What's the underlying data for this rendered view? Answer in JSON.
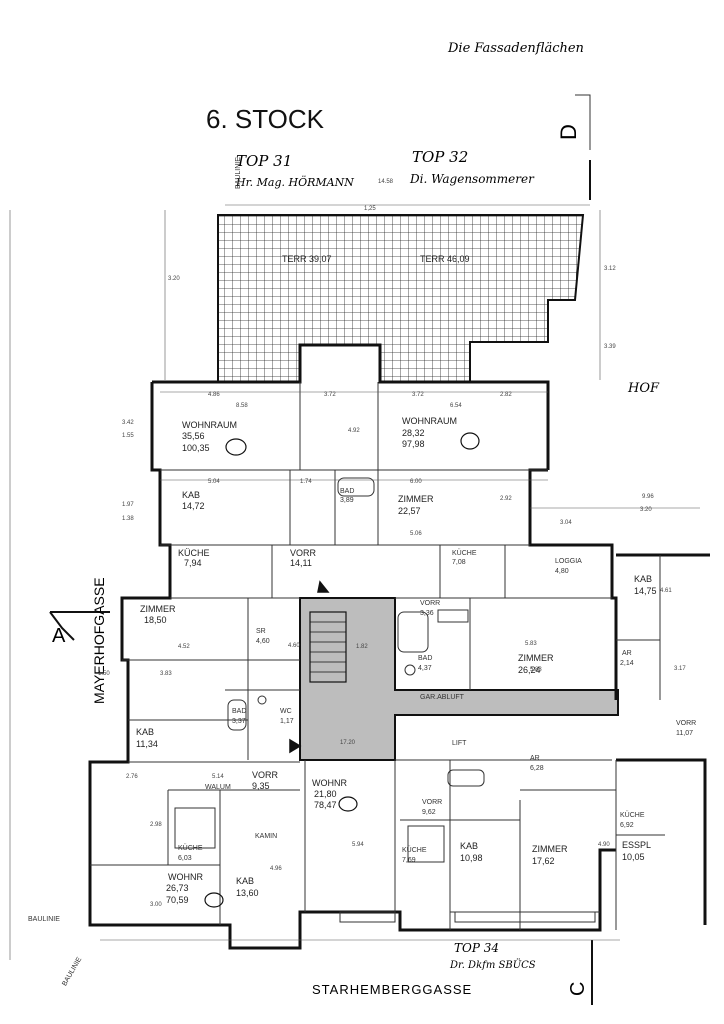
{
  "header": {
    "annotation_top": "Die Fassadenflächen",
    "floor_title": "6. STOCK",
    "top31": "TOP 31",
    "top31_owner": "Hr. Mag. HÖRMANN",
    "top32": "TOP 32",
    "top32_owner": "Di. Wagensommerer",
    "top34": "TOP 34",
    "top34_owner": "Dr. Dkfm SBÜCS",
    "hof": "HOF"
  },
  "streets": {
    "left": "MAYERHOFGASSE",
    "bottom": "STARHEMBERGGASSE"
  },
  "sections": {
    "a": "A",
    "d": "D",
    "c": "C",
    "baulinie_top": "BAULINIE",
    "baulinie_left1": "BAULINIE",
    "baulinie_left2": "BAULINIE"
  },
  "rooms": [
    {
      "id": "terr-left",
      "name": "TERR",
      "area": "39,07"
    },
    {
      "id": "terr-right",
      "name": "TERR",
      "area": "46,09"
    },
    {
      "id": "wohnraum-31",
      "name": "WOHNRAUM",
      "area": "35,56",
      "total": "100,35"
    },
    {
      "id": "wohnraum-32",
      "name": "WOHNRAUM",
      "area": "28,32",
      "total": "97,98"
    },
    {
      "id": "kab-31",
      "name": "KAB",
      "area": "14,72"
    },
    {
      "id": "bad-31",
      "name": "BAD",
      "area": "3,89"
    },
    {
      "id": "zimmer-32",
      "name": "ZIMMER",
      "area": "22,57"
    },
    {
      "id": "kuche-31",
      "name": "KÜCHE",
      "area": "7,94"
    },
    {
      "id": "vorr-31",
      "name": "VORR",
      "area": "14,11"
    },
    {
      "id": "kuche-32",
      "name": "KÜCHE",
      "area": "7,08"
    },
    {
      "id": "loggia",
      "name": "LOGGIA",
      "area": "4,80"
    },
    {
      "id": "kab-right",
      "name": "KAB",
      "area": "14,75"
    },
    {
      "id": "zimmer-left",
      "name": "ZIMMER",
      "area": "18,50"
    },
    {
      "id": "sr",
      "name": "SR",
      "area": "4,60"
    },
    {
      "id": "vorr-32",
      "name": "VORR",
      "area": "3,36"
    },
    {
      "id": "bad-32",
      "name": "BAD",
      "area": "4,37"
    },
    {
      "id": "zimmer-32b",
      "name": "ZIMMER",
      "area": "26,24"
    },
    {
      "id": "ar-right",
      "name": "AR",
      "area": "2,14"
    },
    {
      "id": "kab-left",
      "name": "KAB",
      "area": "11,34"
    },
    {
      "id": "bad-left",
      "name": "BAD",
      "area": "3,37"
    },
    {
      "id": "wc-left",
      "name": "WC",
      "area": "1,17"
    },
    {
      "id": "garabluft",
      "name": "GAR.ABLUFT",
      "area": ""
    },
    {
      "id": "lift",
      "name": "LIFT",
      "area": ""
    },
    {
      "id": "vorr-right",
      "name": "VORR",
      "area": "11,07"
    },
    {
      "id": "ar-bottom",
      "name": "AR",
      "area": "6,28"
    },
    {
      "id": "walum",
      "name": "WALUM",
      "area": ""
    },
    {
      "id": "vorr-bl",
      "name": "VORR",
      "area": "9,35"
    },
    {
      "id": "wohnr-mid",
      "name": "WOHNR",
      "area": "21,80",
      "total": "78,47"
    },
    {
      "id": "vorr-mid",
      "name": "VORR",
      "area": "9,62"
    },
    {
      "id": "kuche-bl",
      "name": "KÜCHE",
      "area": "6,03"
    },
    {
      "id": "kamin",
      "name": "KAMIN",
      "area": ""
    },
    {
      "id": "kuche-mid",
      "name": "KÜCHE",
      "area": "7,69"
    },
    {
      "id": "kab-mid",
      "name": "KAB",
      "area": "10,98"
    },
    {
      "id": "zimmer-br",
      "name": "ZIMMER",
      "area": "17,62"
    },
    {
      "id": "kuche-r",
      "name": "KÜCHE",
      "area": "6,92"
    },
    {
      "id": "essplatz",
      "name": "ESSPL",
      "area": "10,05"
    },
    {
      "id": "wohnr-bl",
      "name": "WOHNR",
      "area": "26,73",
      "total": "70,59"
    },
    {
      "id": "kab-bl",
      "name": "KAB",
      "area": "13,60"
    }
  ],
  "dimensions": {
    "d1": "14.58",
    "d2": "1,25",
    "d3": "3.20",
    "d4": "3.12",
    "d5": "3.39",
    "d6": "4.86",
    "d7": "8.58",
    "d8": "3.72",
    "d9": "3.72",
    "d10": "6.54",
    "d11": "2.82",
    "d12": "3.42",
    "d13": "1.55",
    "d14": "1.97",
    "d15": "1.38",
    "d16": "5.04",
    "d17": "1.74",
    "d18": "6.00",
    "d19": "9.96",
    "d20": "3.20",
    "d21": "3.04",
    "d22": "4.52",
    "d23": "5.83",
    "d24": "5.83",
    "d25": "3.83",
    "d26": "1.50",
    "d27": "5.14",
    "d28": "4.96",
    "d29": "5.94",
    "d30": "4.90",
    "d31": "2.76",
    "d32": "2.98",
    "d33": "3.00",
    "d34": "17.20",
    "d35": "1.82",
    "d36": "4.61",
    "d37": "3.17",
    "d38": "4.92",
    "d39": "5.06",
    "d40": "2.92",
    "d41": "4.60"
  }
}
